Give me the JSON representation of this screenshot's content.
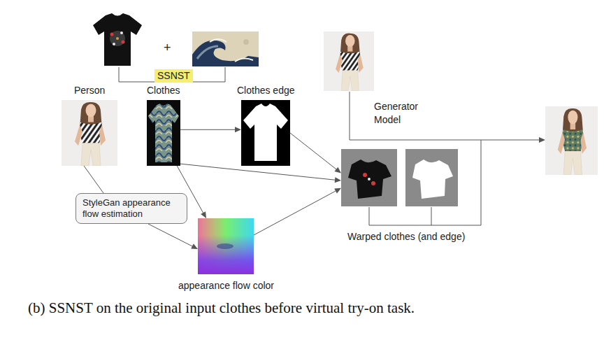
{
  "diagram": {
    "caption": "(b) SSNST on the original input clothes before virtual try-on task.",
    "nodes": [
      {
        "text": [
          "Person"
        ]
      },
      {
        "text": [
          "Clothes"
        ]
      },
      {
        "text": [
          "Clothes edge"
        ]
      },
      {
        "text": [
          "StyleGan appearance flow estimation"
        ]
      },
      {
        "text": [
          "appearance flow color"
        ]
      },
      {
        "text": [
          "Warped clothes (and edge)"
        ]
      }
    ],
    "edges": [
      {
        "from": 1,
        "to": 2,
        "arrow": "to"
      },
      {
        "from": 0,
        "to": 3,
        "arrow": "none"
      },
      {
        "from": 1,
        "to": 4,
        "arrow": "to"
      },
      {
        "from": 3,
        "to": 4,
        "arrow": "to"
      },
      {
        "from": 1,
        "to": 5,
        "arrow": "to"
      },
      {
        "from": 2,
        "to": 5,
        "arrow": "to"
      },
      {
        "from": 4,
        "to": 5,
        "arrow": "to"
      }
    ],
    "labels": [
      "+",
      "SSNST",
      "Generator Model"
    ]
  }
}
